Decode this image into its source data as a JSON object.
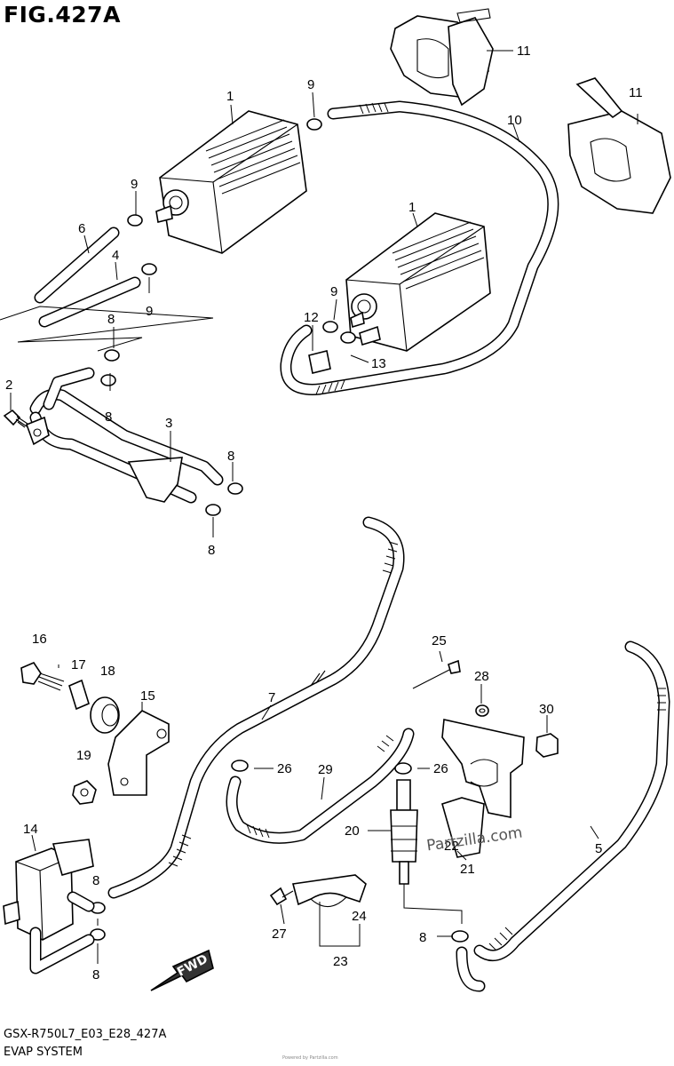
{
  "title": "FIG.427A",
  "footer": {
    "code": "GSX-R750L7_E03_E28_427A",
    "name": "EVAP SYSTEM"
  },
  "watermark": "Partzilla.com",
  "fine_print": "Powered by Partzilla.com",
  "fwd_label": "FWD",
  "callouts": {
    "c1a": "1",
    "c1b": "1",
    "c2": "2",
    "c3": "3",
    "c4": "4",
    "c5": "5",
    "c6": "6",
    "c7": "7",
    "c8a": "8",
    "c8b": "8",
    "c8c": "8",
    "c8d": "8",
    "c8e": "8",
    "c8f": "8",
    "c8g": "8",
    "c9a": "9",
    "c9b": "9",
    "c9c": "9",
    "c9d": "9",
    "c10": "10",
    "c11a": "11",
    "c11b": "11",
    "c12": "12",
    "c13": "13",
    "c14": "14",
    "c15": "15",
    "c16": "16",
    "c17": "17",
    "c18": "18",
    "c19": "19",
    "c20": "20",
    "c21": "21",
    "c22": "22",
    "c23": "23",
    "c24": "24",
    "c25": "25",
    "c26a": "26",
    "c26b": "26",
    "c27": "27",
    "c28": "28",
    "c29": "29",
    "c30": "30"
  }
}
